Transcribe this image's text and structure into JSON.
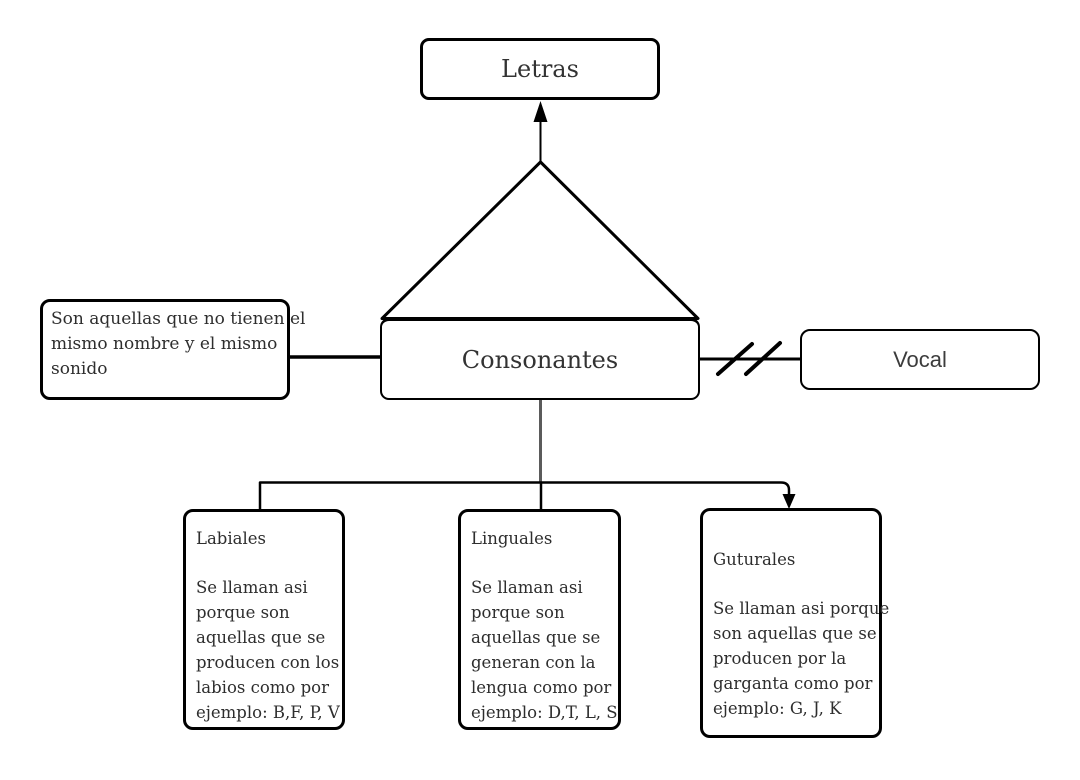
{
  "diagram": {
    "nodes": {
      "letras": {
        "label": "Letras"
      },
      "consonantes": {
        "label": "Consonantes"
      },
      "definition": {
        "text": "Son aquellas que no tienen el\nmismo nombre y el mismo\nsonido"
      },
      "vocal": {
        "label": "Vocal"
      },
      "labiales": {
        "title": "Labiales",
        "body": "Se llaman asi\nporque son\naquellas que se\nproducen con los\nlabios como por\nejemplo: B,F, P, V"
      },
      "linguales": {
        "title": "Linguales",
        "body": "Se llaman asi\nporque son\naquellas que se\ngeneran con la\nlengua como por\nejemplo: D,T, L, S"
      },
      "guturales": {
        "title": "Guturales",
        "body": "Se llaman asi porque\nson aquellas que se\nproducen por la\ngarganta como por\nejemplo: G, J, K"
      }
    },
    "colors": {
      "stroke": "#000000",
      "gray_line": "#5b5b5b",
      "text": "#2e2e2e",
      "background": "#ffffff"
    }
  }
}
